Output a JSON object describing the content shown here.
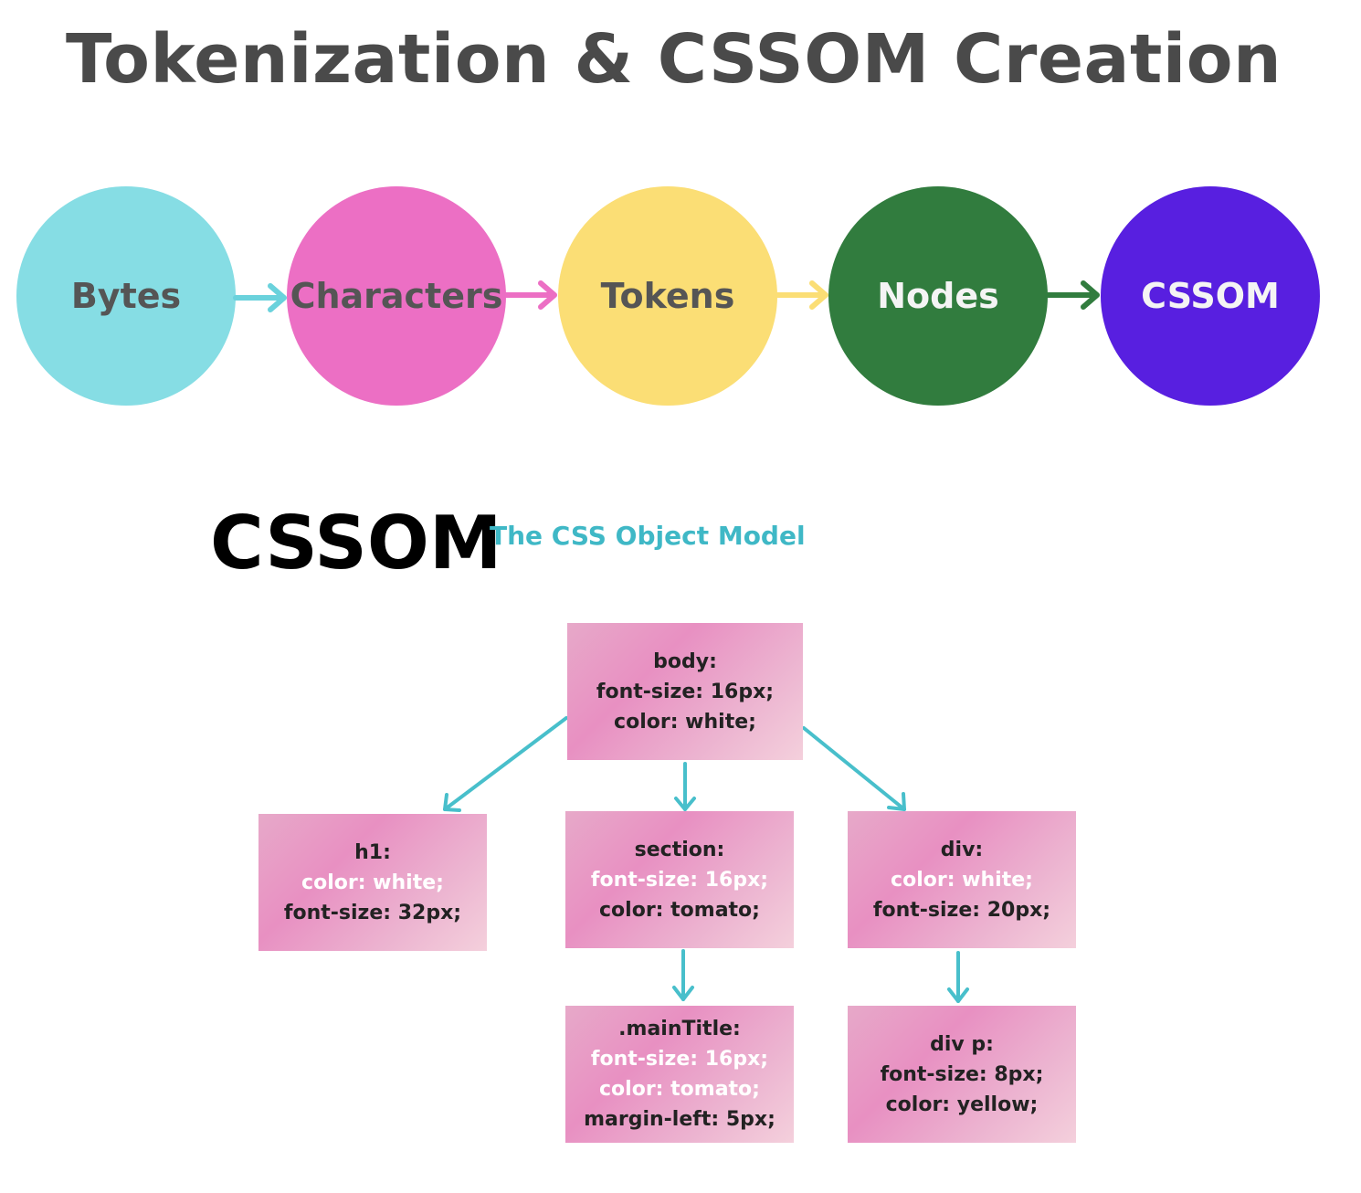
{
  "title": "Tokenization & CSSOM Creation",
  "pipeline": {
    "steps": [
      {
        "label": "Bytes",
        "color": "#86dde4"
      },
      {
        "label": "Characters",
        "color": "#ec6fc4"
      },
      {
        "label": "Tokens",
        "color": "#fbde75"
      },
      {
        "label": "Nodes",
        "color": "#317c3e"
      },
      {
        "label": "CSSOM",
        "color": "#581fe0"
      }
    ],
    "arrow_colors": [
      "#6ad2dc",
      "#ec6fc4",
      "#fbde75",
      "#317c3e"
    ]
  },
  "cssom": {
    "heading": "CSSOM",
    "subtitle": "The CSS Object Model",
    "connector_color": "#48bfcb",
    "nodes": {
      "body": {
        "lines": [
          "body:",
          "font-size: 16px;",
          "color: white;"
        ]
      },
      "h1": {
        "lines": [
          "h1:",
          "color: white;",
          "font-size: 32px;"
        ]
      },
      "section": {
        "lines": [
          "section:",
          "font-size: 16px;",
          "color: tomato;"
        ]
      },
      "div": {
        "lines": [
          "div:",
          "color: white;",
          "font-size: 20px;"
        ]
      },
      "mainTitle": {
        "lines": [
          ".mainTitle:",
          "font-size: 16px;",
          "color: tomato;",
          "margin-left: 5px;"
        ]
      },
      "divp": {
        "lines": [
          "div p:",
          "font-size:  8px;",
          "color: yellow;"
        ]
      }
    }
  }
}
